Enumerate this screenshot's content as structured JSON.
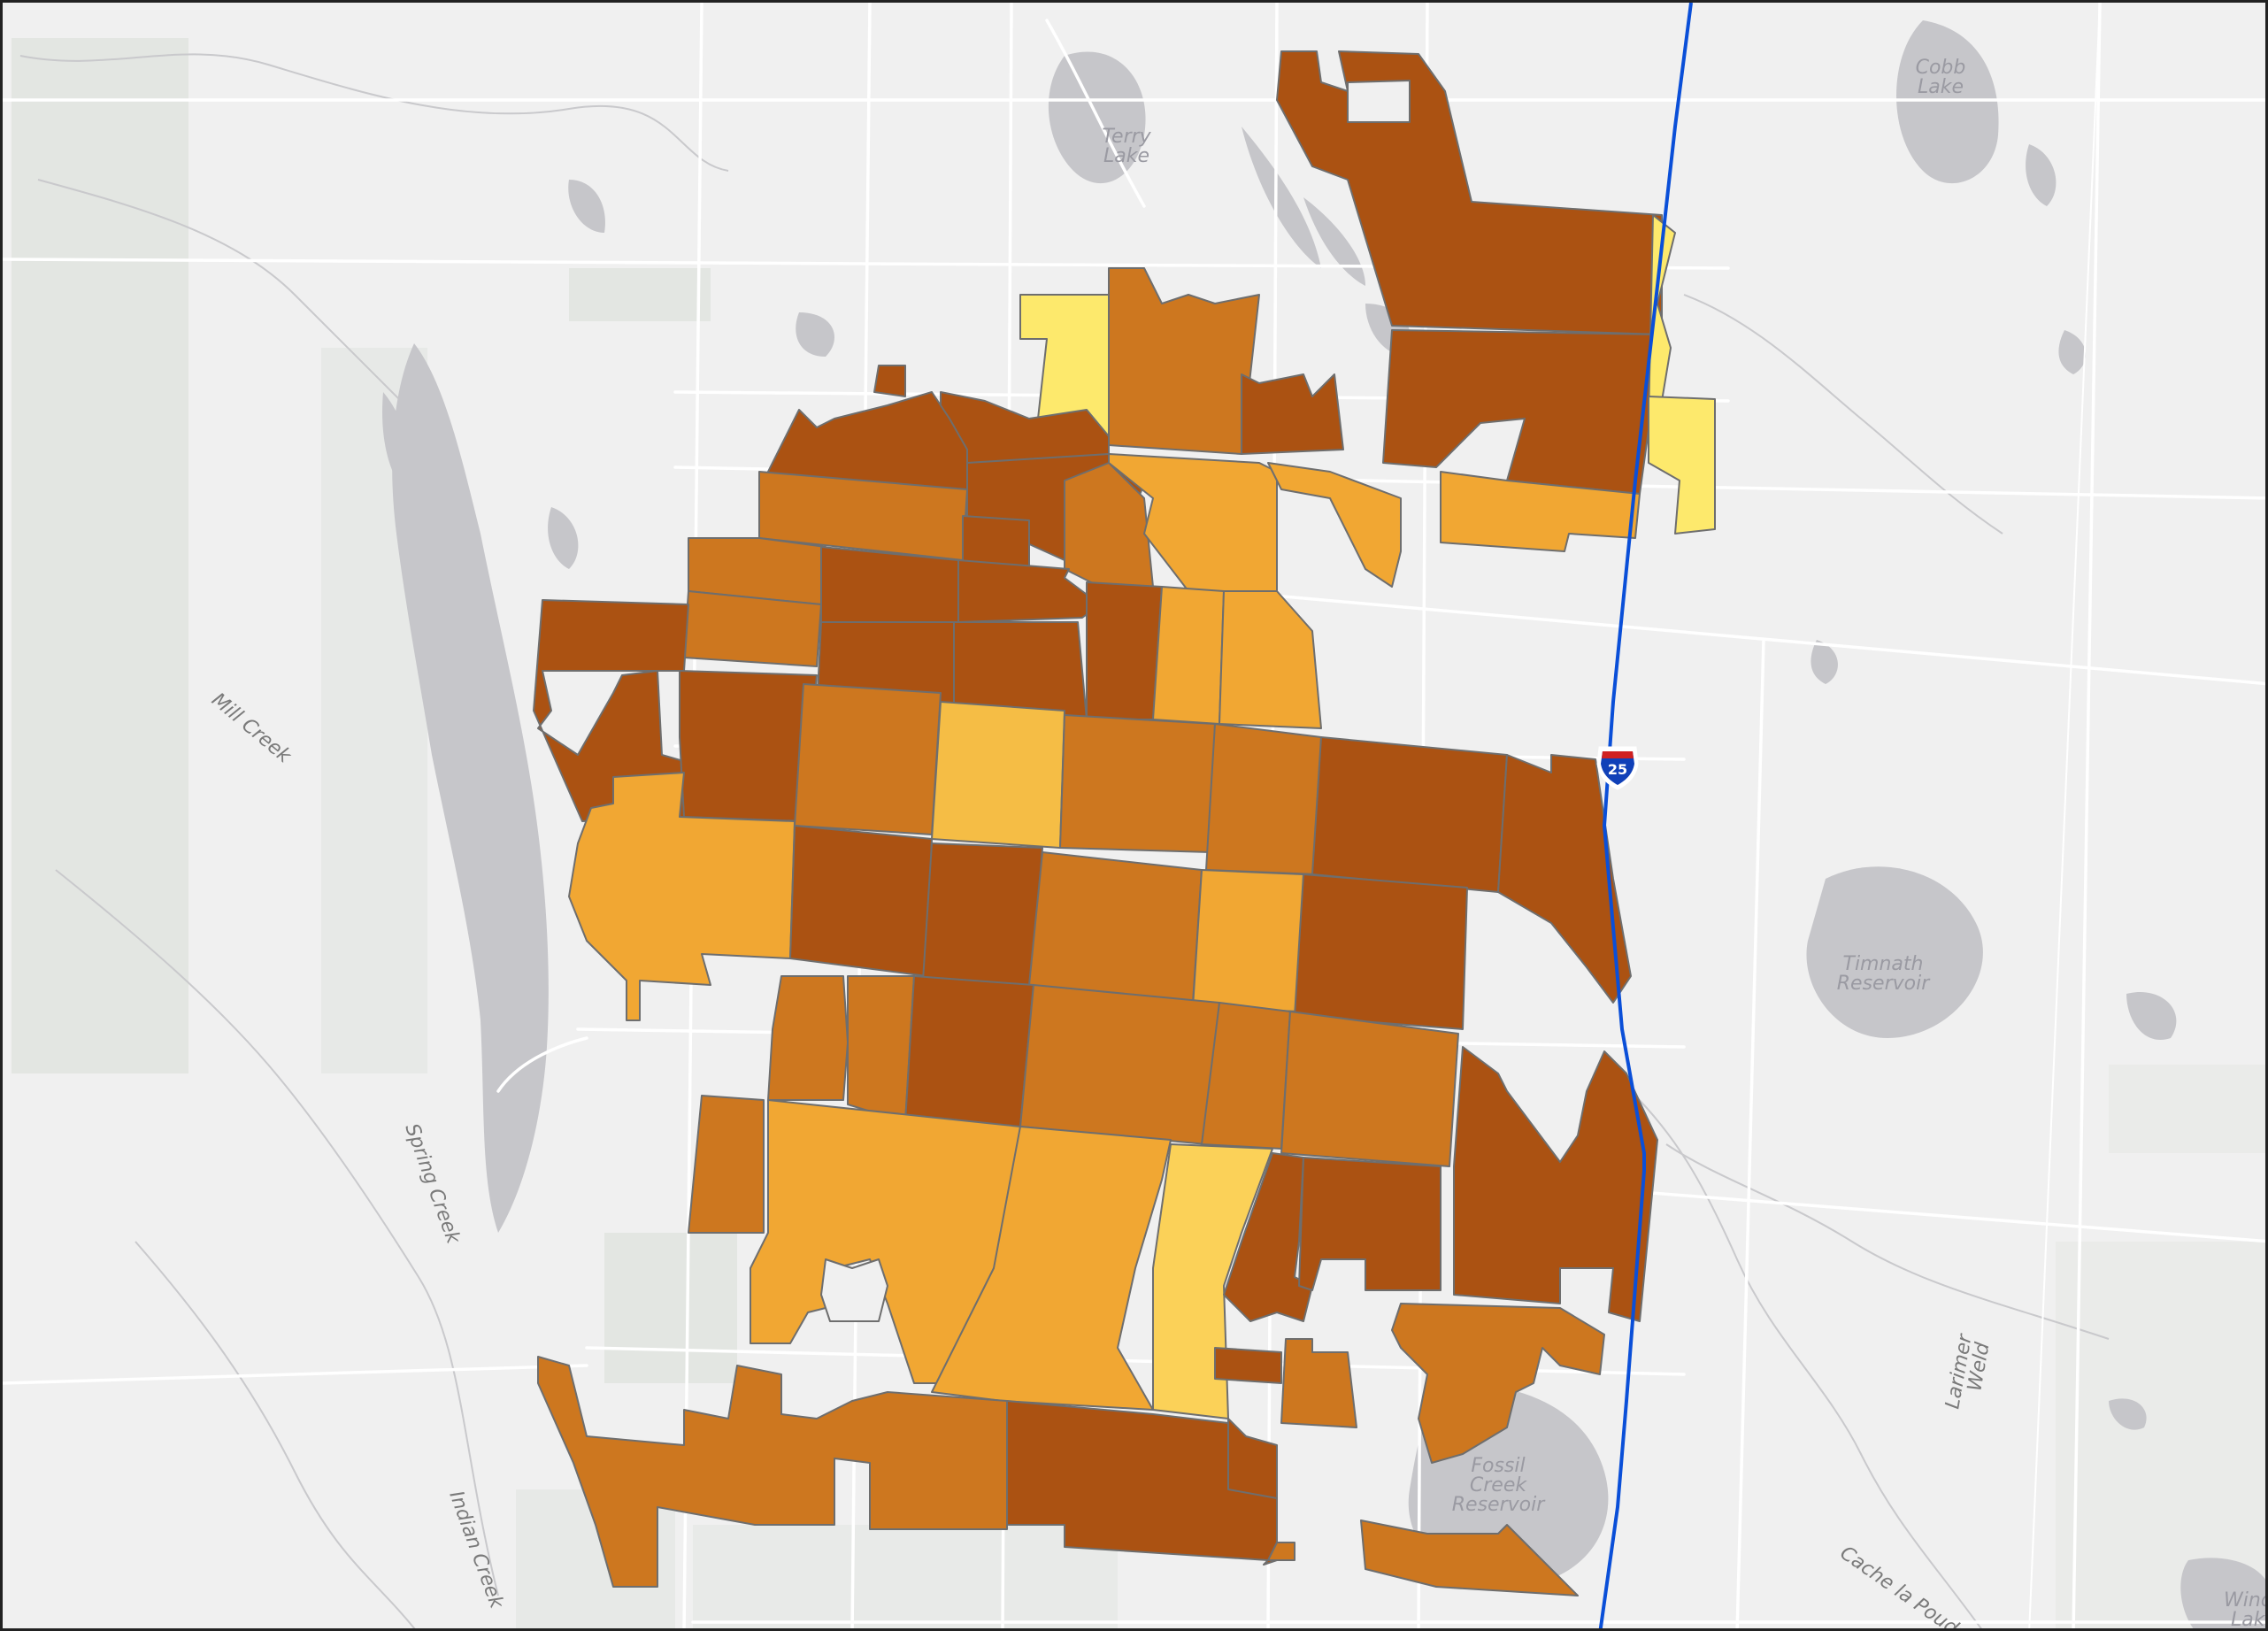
{
  "map": {
    "labels": {
      "cobb_lake": [
        "Cobb",
        "Lake"
      ],
      "terry_lake": [
        "Terry",
        "Lake"
      ],
      "mill_creek": "Mill Creek",
      "spring_creek": "Spring Creek",
      "indian_creek": "Indian Creek",
      "timnath_reservoir": [
        "Timnath",
        "Reservoir"
      ],
      "fossil_creek_reservoir": [
        "Fossil",
        "Creek",
        "Reservoir"
      ],
      "larimer": "Larimer",
      "weld": "Weld",
      "cache_la_poudre": "Cache la Poudre",
      "windsor_lake": [
        "Windsor",
        "Lake"
      ]
    },
    "interstate_shield": "25",
    "colors": {
      "background": "#f0f0f0",
      "water": "#c6c6ca",
      "roads": "#ffffff",
      "tract_outline": "#6e6e6e",
      "interstate": "#0a4fd8",
      "class_1": "#fde96c",
      "class_2": "#fbd158",
      "class_3": "#f5bd45",
      "class_4": "#f1a733",
      "class_5": "#cd771f",
      "class_6": "#ab5212"
    }
  }
}
